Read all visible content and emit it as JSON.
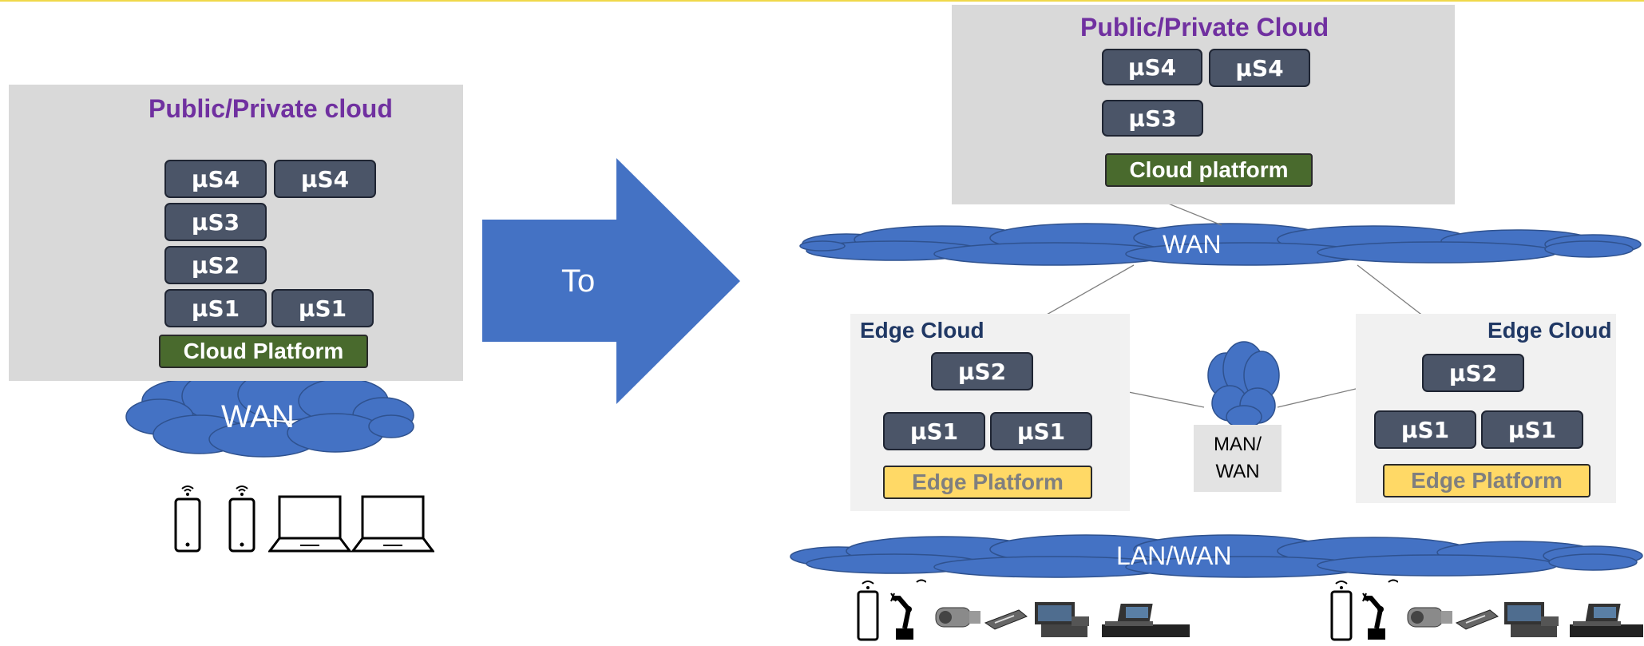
{
  "colors": {
    "cloud_blue": "#4472c4",
    "microservice": "#4b5568",
    "cloud_platform": "#496a2d",
    "edge_platform": "#ffd966",
    "title_purple": "#7030a0",
    "edge_title": "#203864"
  },
  "left": {
    "title": "Public/Private cloud",
    "ms": [
      "μS4",
      "μS4",
      "μS3",
      "μS2",
      "μS1",
      "μS1"
    ],
    "platform": "Cloud Platform",
    "wan": "WAN",
    "devices": [
      "phone-icon",
      "phone-icon",
      "laptop-icon",
      "laptop-icon"
    ]
  },
  "arrow": {
    "label": "To"
  },
  "right": {
    "title": "Public/Private Cloud",
    "ms": [
      "μS4",
      "μS4",
      "μS3"
    ],
    "platform": "Cloud platform",
    "wan": "WAN",
    "edge_left": {
      "title": "Edge Cloud",
      "ms": [
        "μS2",
        "μS1",
        "μS1"
      ],
      "platform": "Edge Platform"
    },
    "edge_right": {
      "title": "Edge Cloud",
      "ms": [
        "μS2",
        "μS1",
        "μS1"
      ],
      "platform": "Edge Platform"
    },
    "man": "MAN/\nWAN",
    "lan": "LAN/WAN",
    "devices": [
      "phone-icon",
      "robot-arm-icon",
      "camera-icon",
      "card-reader-icon",
      "pos-terminal-icon",
      "cash-register-icon"
    ]
  }
}
